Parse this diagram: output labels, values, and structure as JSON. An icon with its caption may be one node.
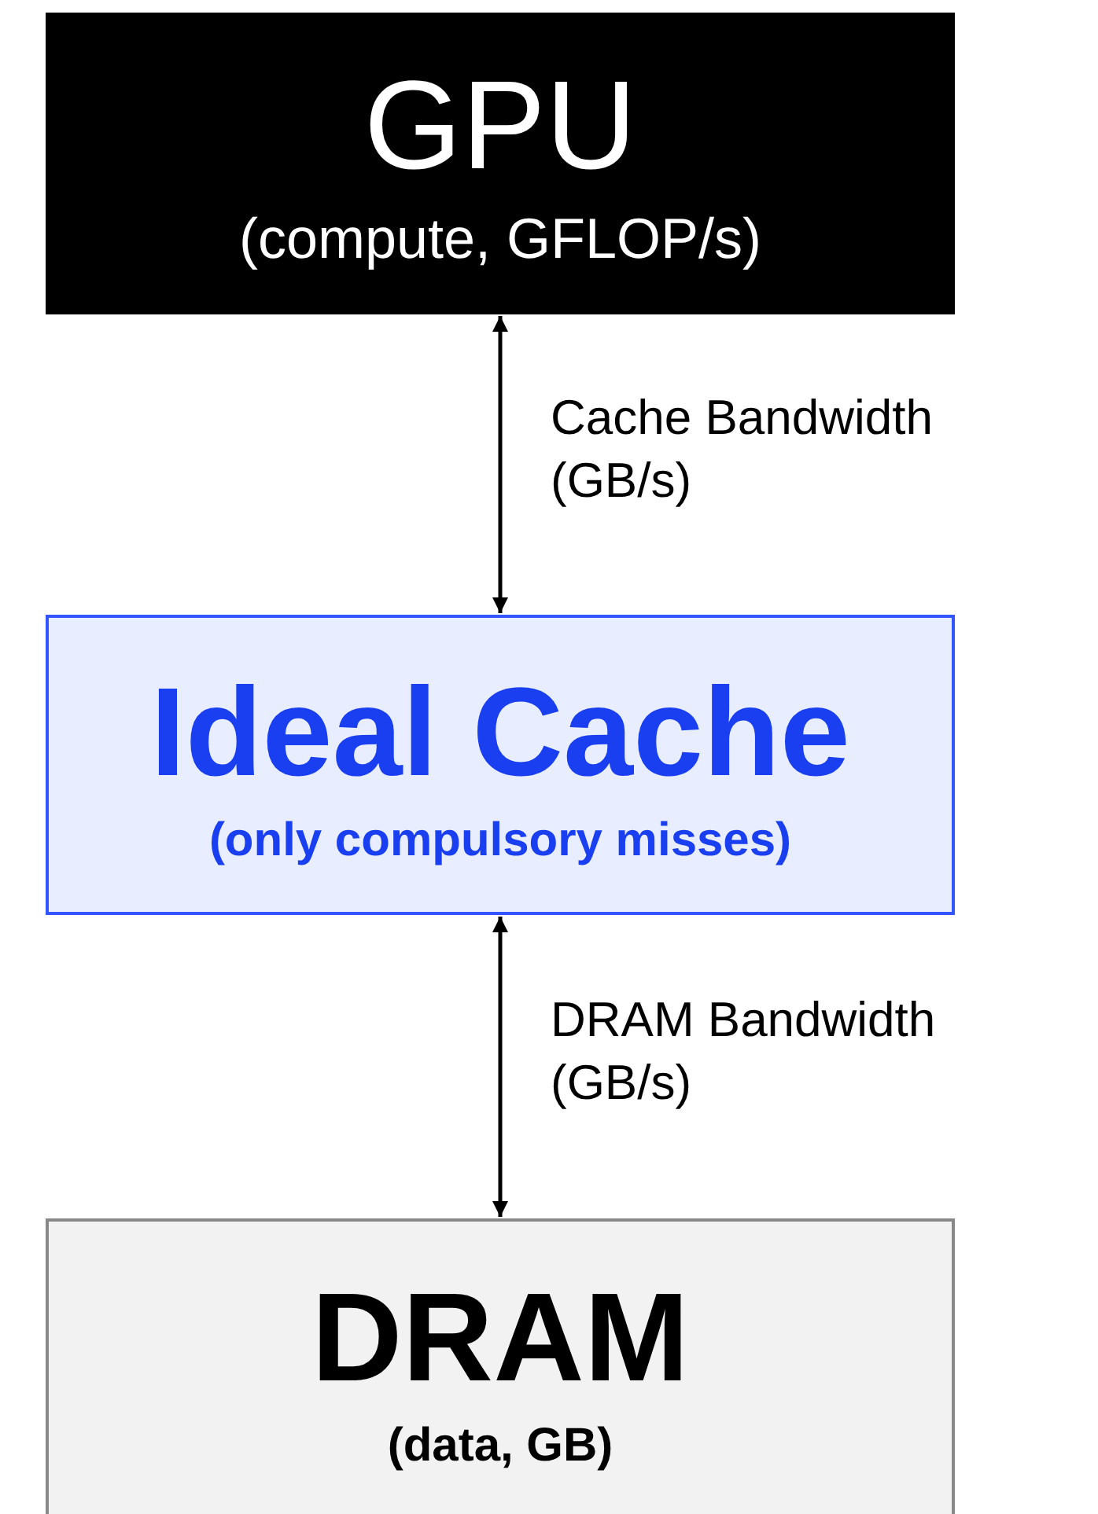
{
  "diagram": {
    "nodes": [
      {
        "text": [
          "GPU",
          "(compute, GFLOP/s)"
        ]
      },
      {
        "text": [
          "Ideal Cache",
          "(only compulsory misses)"
        ]
      },
      {
        "text": [
          "DRAM",
          "(data, GB)"
        ]
      }
    ],
    "edges": [
      {
        "from": 0,
        "to": 1,
        "arrow": "both",
        "label": "Cache Bandwidth (GB/s)"
      },
      {
        "from": 1,
        "to": 2,
        "arrow": "both",
        "label": "DRAM Bandwidth (GB/s)"
      }
    ]
  }
}
